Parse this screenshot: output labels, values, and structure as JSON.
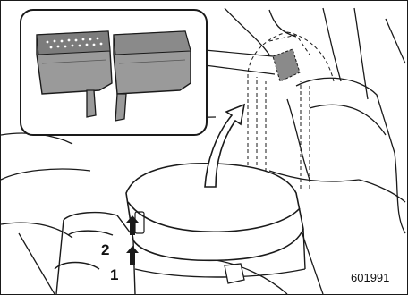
{
  "figure": {
    "id": "601991",
    "callouts": [
      "1",
      "2"
    ]
  },
  "colors": {
    "line": "#1a1a1a",
    "part_fill": "#9a9a9a",
    "part_shade": "#6d6d6d",
    "background": "#ffffff"
  }
}
